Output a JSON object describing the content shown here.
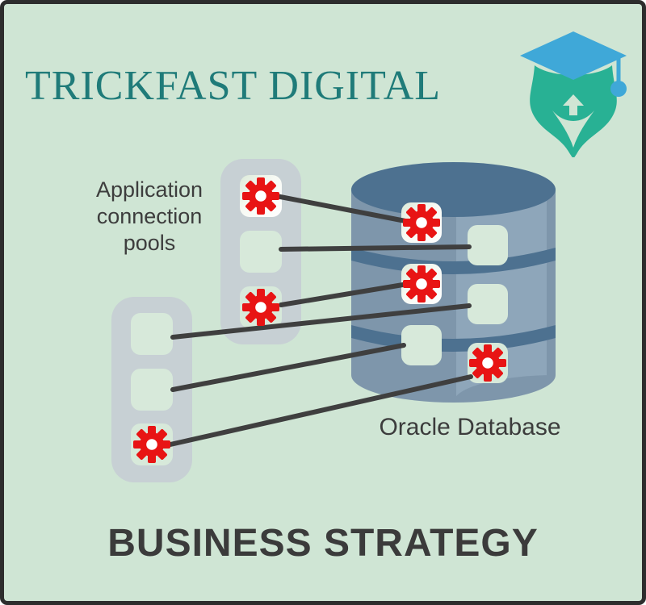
{
  "header": {
    "brand_title": "TRICKFAST DIGITAL",
    "brand_color": "#1f7b79",
    "logo_icon": "graduation-cap-pen-nib"
  },
  "diagram": {
    "pools_label": "Application\nconnection\npools",
    "database_label": "Oracle Database",
    "pools": [
      {
        "name": "pool-1",
        "slots": [
          "gear",
          "empty",
          "gear"
        ]
      },
      {
        "name": "pool-2",
        "slots": [
          "empty",
          "empty",
          "gear"
        ]
      }
    ],
    "database": {
      "tiers": 3,
      "slots": [
        {
          "tier": 1,
          "position": "left",
          "content": "gear"
        },
        {
          "tier": 1,
          "position": "right",
          "content": "empty"
        },
        {
          "tier": 2,
          "position": "left",
          "content": "gear"
        },
        {
          "tier": 2,
          "position": "right",
          "content": "empty"
        },
        {
          "tier": 3,
          "position": "left",
          "content": "empty"
        },
        {
          "tier": 3,
          "position": "right",
          "content": "gear"
        }
      ]
    },
    "connections": [
      {
        "from": "pool-1-slot-1",
        "to": "database-tier-1-left"
      },
      {
        "from": "pool-1-slot-2",
        "to": "database-tier-1-right"
      },
      {
        "from": "pool-1-slot-3",
        "to": "database-tier-2-left"
      },
      {
        "from": "pool-2-slot-1",
        "to": "database-tier-2-right"
      },
      {
        "from": "pool-2-slot-2",
        "to": "database-tier-3-left"
      },
      {
        "from": "pool-2-slot-3",
        "to": "database-tier-3-right"
      }
    ],
    "colors": {
      "background": "#cfe5d4",
      "frame_border": "#2d2d2d",
      "gear_red": "#e81414",
      "pool_gray": "#c7d0d4",
      "slot_green": "#d7e9da",
      "database_body": "#7e96ab",
      "database_stripe": "#8ea6ba",
      "database_dark": "#4d7190",
      "connection_line": "#3f3f3f",
      "cap_blue": "#3fa8d8",
      "nib_teal": "#28b194"
    }
  },
  "footer": {
    "title": "BUSINESS STRATEGY"
  }
}
